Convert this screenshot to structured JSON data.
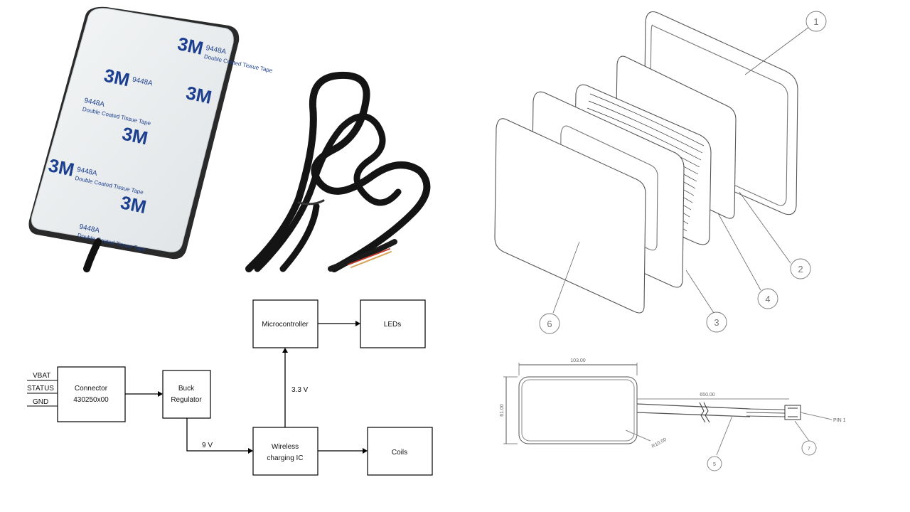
{
  "photo": {
    "tape_brand": "3M",
    "tape_code": "9448A",
    "tape_desc": "Double Coated Tissue Tape"
  },
  "block_diagram": {
    "signals": [
      "VBAT",
      "STATUS",
      "GND"
    ],
    "connector": {
      "line1": "Connector",
      "line2": "430250x00"
    },
    "buck": {
      "line1": "Buck",
      "line2": "Regulator"
    },
    "microcontroller": "Microcontroller",
    "leds": "LEDs",
    "wireless": {
      "line1": "Wireless",
      "line2": "charging IC"
    },
    "coils": "Coils",
    "v33": "3.3 V",
    "v9": "9 V"
  },
  "exploded_view": {
    "callouts": [
      "1",
      "2",
      "3",
      "4",
      "6"
    ]
  },
  "dimension_drawing": {
    "width": "103.00",
    "height": "61.00",
    "cable_length": "650.00",
    "radius": "R10.00",
    "pin_label": "PIN 1",
    "callouts": [
      "5",
      "7"
    ]
  },
  "colors": {
    "tape_blue": "#1d3f8f",
    "line": "#000000",
    "drawing": "#555555"
  }
}
